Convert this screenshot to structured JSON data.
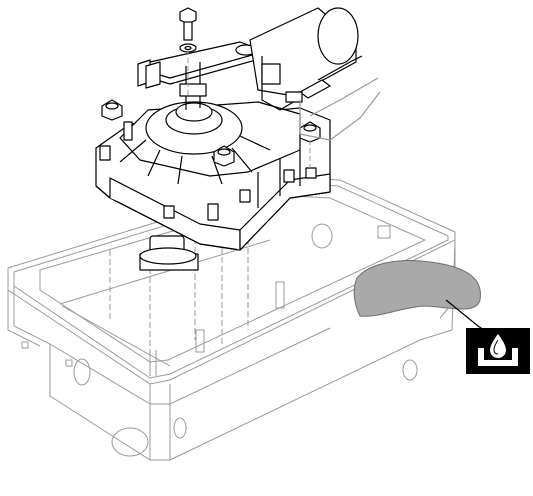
{
  "figure": {
    "description_label": "",
    "parts": [
      {
        "id": "casing",
        "name": "foundation-box"
      },
      {
        "id": "motor",
        "name": "gear-motor-unit"
      },
      {
        "id": "lever",
        "name": "drive-lever"
      },
      {
        "id": "cylinder",
        "name": "electric-motor-cylinder"
      },
      {
        "id": "drain",
        "name": "drainage-zone"
      },
      {
        "id": "symbol",
        "name": "water-drainage-symbol"
      }
    ],
    "colors": {
      "line": "#000000",
      "faint_line": "#9a9a9a",
      "drain_fill": "#a9a9a9",
      "symbol_bg": "#000000",
      "symbol_fg": "#ffffff"
    },
    "icon": "water-drain-icon"
  }
}
